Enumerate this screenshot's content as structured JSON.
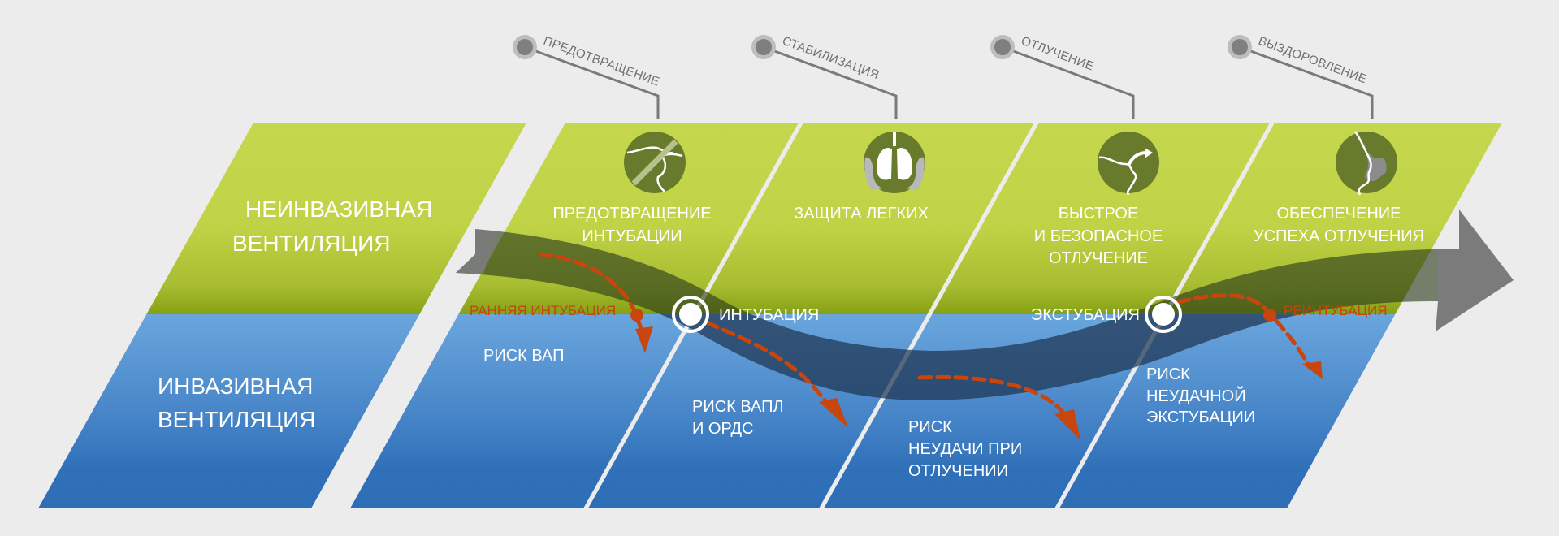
{
  "colors": {
    "background": "#ececec",
    "green_top": "#c4d64c",
    "green_bottom": "#8aa21a",
    "blue_top": "#6ea7dc",
    "blue_bottom": "#2e6fb7",
    "band": "#2b3a3a",
    "arrow_gray": "#7d7d7d",
    "icon_circle": "#687a2c",
    "risk_orange": "#c8460e",
    "phase_text": "#6f6f6f"
  },
  "rows": {
    "noninvasive": [
      "НЕИНВАЗИВНАЯ",
      "ВЕНТИЛЯЦИЯ"
    ],
    "invasive": [
      "ИНВАЗИВНАЯ",
      "ВЕНТИЛЯЦИЯ"
    ]
  },
  "phases": [
    {
      "label": "ПРЕДОТВРАЩЕНИЕ",
      "icon": "no-intubation-icon",
      "goal": [
        "ПРЕДОТВРАЩЕНИЕ",
        "ИНТУБАЦИИ"
      ]
    },
    {
      "label": "СТАБИЛИЗАЦИЯ",
      "icon": "protected-lungs-icon",
      "goal": [
        "ЗАЩИТА ЛЕГКИХ"
      ]
    },
    {
      "label": "ОТЛУЧЕНИЕ",
      "icon": "weaning-arrow-icon",
      "goal": [
        "БЫСТРОЕ",
        "И БЕЗОПАСНОЕ",
        "ОТЛУЧЕНИЕ"
      ]
    },
    {
      "label": "ВЫЗДОРОВЛЕНИЕ",
      "icon": "recovery-profile-icon",
      "goal": [
        "ОБЕСПЕЧЕНИЕ",
        "УСПЕХА ОТЛУЧЕНИЯ"
      ]
    }
  ],
  "risks": [
    [
      "РИСК ВАП"
    ],
    [
      "РИСК ВАПЛ",
      "И ОРДС"
    ],
    [
      "РИСК",
      "НЕУДАЧИ ПРИ",
      "ОТЛУЧЕНИИ"
    ],
    [
      "РИСК",
      "НЕУДАЧНОЙ",
      "ЭКСТУБАЦИИ"
    ]
  ],
  "events": {
    "intubation": "ИНТУБАЦИЯ",
    "extubation": "ЭКСТУБАЦИЯ",
    "early_intubation": "РАННЯЯ ИНТУБАЦИЯ",
    "reintubation": "РЕИНТУБАЦИЯ"
  }
}
